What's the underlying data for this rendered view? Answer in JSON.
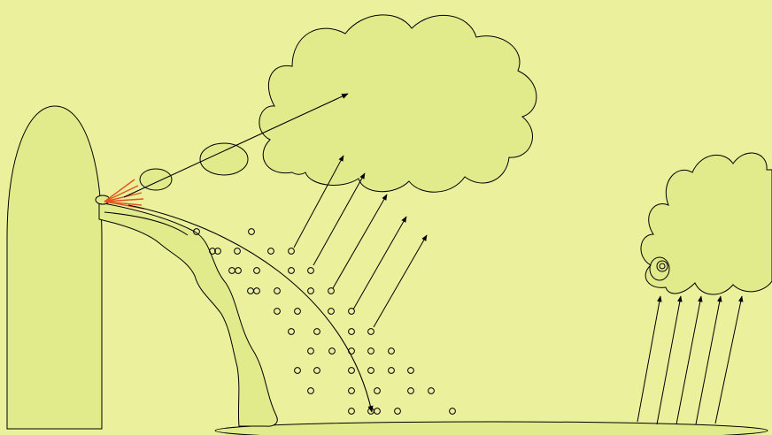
{
  "colors": {
    "background": "#EAF09B",
    "fill": "#E2EB8C",
    "stroke": "#000000",
    "spark": "#E2531F"
  },
  "elements": {
    "tall_object": "rounded-tower",
    "big_cloud": "cloud",
    "small_cloud": "cloud",
    "ground": "ellipse-ground",
    "particles": "droplet-circles",
    "arrows": "upward-arrows"
  }
}
